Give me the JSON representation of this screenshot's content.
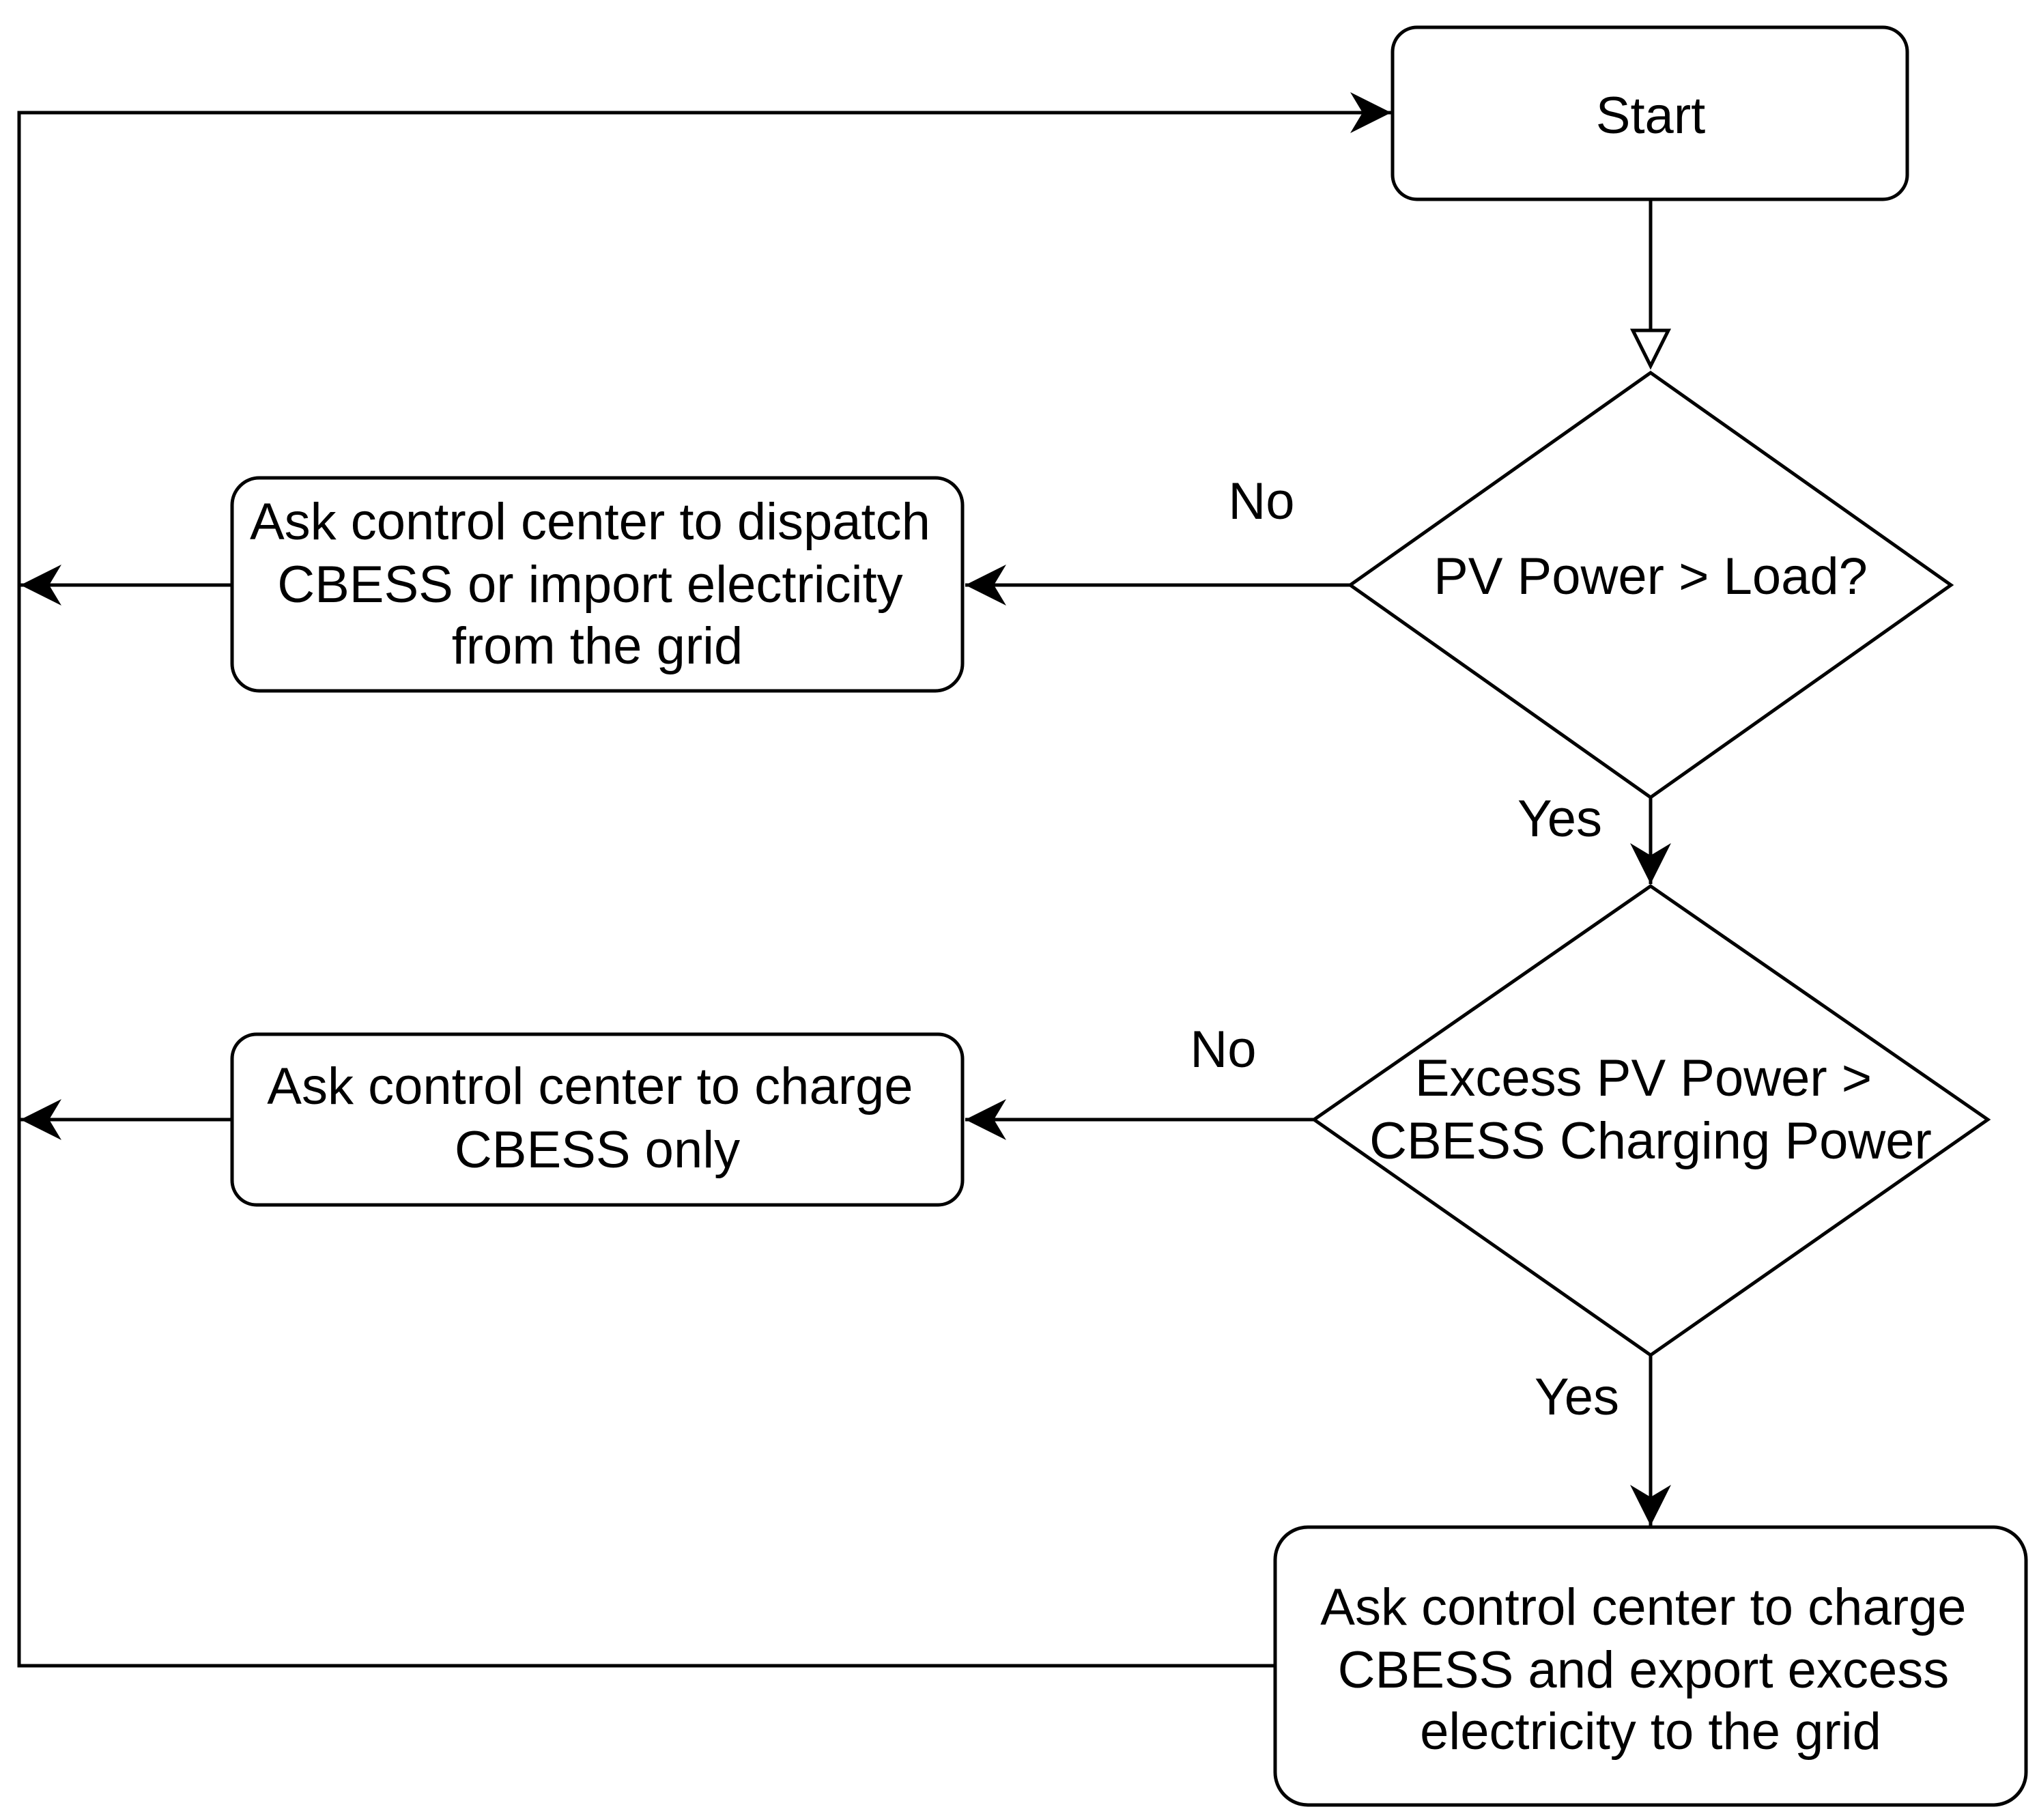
{
  "nodes": {
    "start": {
      "text": "Start"
    },
    "decision_pv_load": {
      "text": "PV Power > Load?"
    },
    "decision_excess": {
      "lines": [
        "Excess PV Power >",
        "CBESS Charging Power"
      ]
    },
    "dispatch": {
      "lines": [
        "Ask control center to dispatch",
        "CBESS or import electricity",
        "from the grid"
      ]
    },
    "charge_only": {
      "lines": [
        "Ask control center to charge",
        "CBESS only"
      ]
    },
    "charge_export": {
      "lines": [
        "Ask control center to charge",
        "CBESS and export excess",
        "electricity to the grid"
      ]
    }
  },
  "edge_labels": {
    "no_1": "No",
    "yes_1": "Yes",
    "no_2": "No",
    "yes_2": "Yes"
  },
  "colors": {
    "stroke": "#000000",
    "fill": "#ffffff"
  }
}
